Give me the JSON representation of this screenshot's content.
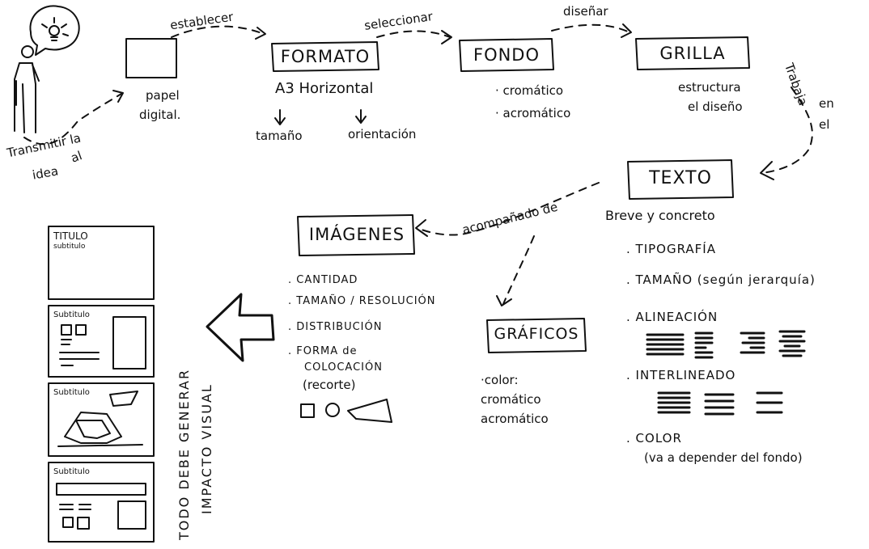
{
  "flow": {
    "start": {
      "line1": "Transmitir la",
      "line2": "idea",
      "line3": "al"
    },
    "paper": {
      "label1": "papel",
      "label2": "digital."
    },
    "arrows": {
      "establecer": "establecer",
      "seleccionar": "seleccionar",
      "disenar": "diseñar",
      "trabaja": "Trabaja",
      "en": "en",
      "el": "el",
      "acompanado": "acompañado de"
    },
    "formato": {
      "title": "FORMATO",
      "spec": "A3 Horizontal",
      "tamano": "tamaño",
      "orientacion": "orientación"
    },
    "fondo": {
      "title": "FONDO",
      "items": [
        "· cromático",
        "· acromático"
      ]
    },
    "grilla": {
      "title": "GRILLA",
      "desc1": "estructura",
      "desc2": "el diseño"
    },
    "texto": {
      "title": "TEXTO",
      "subtitle": "Breve y concreto",
      "tipografia": ". TIPOGRAFÍA",
      "tamano": ". TAMAÑO (según jerarquía)",
      "alineacion": ". ALINEACIÓN",
      "interlineado": ". INTERLINEADO",
      "color": ". COLOR",
      "color_note": "(va a depender del fondo)"
    },
    "imagenes": {
      "title": "IMÁGENES",
      "items": [
        ". CANTIDAD",
        ". TAMAÑO / RESOLUCIÓN",
        ". DISTRIBUCIÓN",
        ". FORMA de",
        "COLOCACIÓN",
        "(recorte)"
      ]
    },
    "graficos": {
      "title": "GRÁFICOS",
      "items": [
        "·color:",
        "cromático",
        "acromático"
      ]
    }
  },
  "layouts": {
    "titulo": "TITULO",
    "subtitulo_top": "subtitulo",
    "subtitulo": "Subtitulo"
  },
  "vertical_note": {
    "line1": "TODO DEBE GENERAR",
    "line2": "IMPACTO VISUAL"
  }
}
